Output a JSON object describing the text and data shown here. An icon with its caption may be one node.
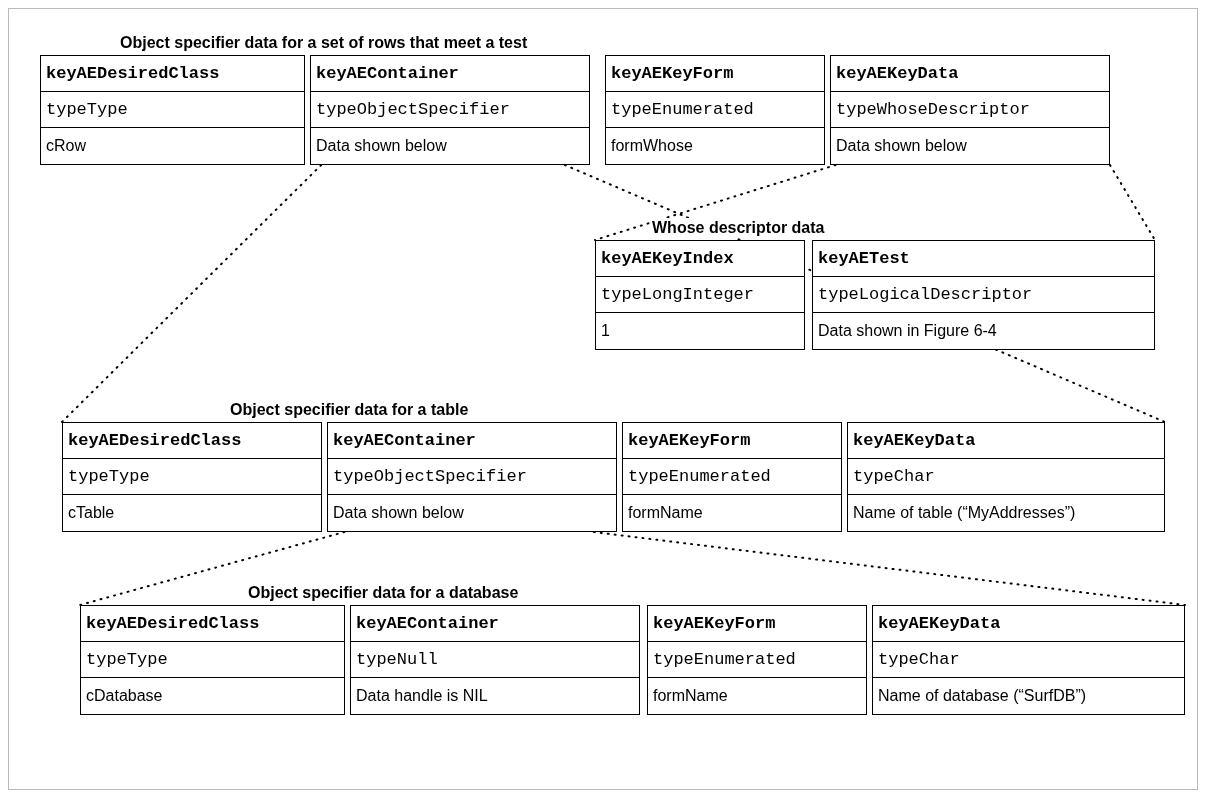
{
  "diagram": {
    "nodes": [
      {
        "text": [
          "keyAEDesiredClass",
          "typeType",
          "cRow"
        ]
      },
      {
        "text": [
          "keyAEContainer",
          "typeObjectSpecifier",
          "Data shown below"
        ]
      },
      {
        "text": [
          "keyAEKeyForm",
          "typeEnumerated",
          "formWhose"
        ]
      },
      {
        "text": [
          "keyAEKeyData",
          "typeWhoseDescriptor",
          "Data shown below"
        ]
      },
      {
        "text": [
          "keyAEKeyIndex",
          "typeLongInteger",
          "1"
        ]
      },
      {
        "text": [
          "keyAETest",
          "typeLogicalDescriptor",
          "Data shown in Figure 6-4"
        ]
      },
      {
        "text": [
          "keyAEDesiredClass",
          "typeType",
          "cTable"
        ]
      },
      {
        "text": [
          "keyAEContainer",
          "typeObjectSpecifier",
          "Data shown below"
        ]
      },
      {
        "text": [
          "keyAEKeyForm",
          "typeEnumerated",
          "formName"
        ]
      },
      {
        "text": [
          "keyAEKeyData",
          "typeChar",
          "Name of table (“MyAddresses”)"
        ]
      },
      {
        "text": [
          "keyAEDesiredClass",
          "typeType",
          "cDatabase"
        ]
      },
      {
        "text": [
          "keyAEContainer",
          "typeNull",
          "Data handle is NIL"
        ]
      },
      {
        "text": [
          "keyAEKeyForm",
          "typeEnumerated",
          "formName"
        ]
      },
      {
        "text": [
          "keyAEKeyData",
          "typeChar",
          "Name of database (“SurfDB”)"
        ]
      }
    ],
    "edges": [
      {
        "from": 1,
        "to": 6,
        "arrow": "none",
        "style": "dashed"
      },
      {
        "from": 1,
        "to": 9,
        "arrow": "none",
        "style": "dashed"
      },
      {
        "from": 3,
        "to": 4,
        "arrow": "none",
        "style": "dashed"
      },
      {
        "from": 3,
        "to": 5,
        "arrow": "none",
        "style": "dashed"
      },
      {
        "from": 7,
        "to": 10,
        "arrow": "none",
        "style": "dashed"
      },
      {
        "from": 7,
        "to": 13,
        "arrow": "none",
        "style": "dashed"
      }
    ],
    "labels": [
      "Object specifier data for a set of rows that meet a test",
      "Whose descriptor data",
      "Object specifier data for a table",
      "Object specifier data for a database"
    ]
  }
}
